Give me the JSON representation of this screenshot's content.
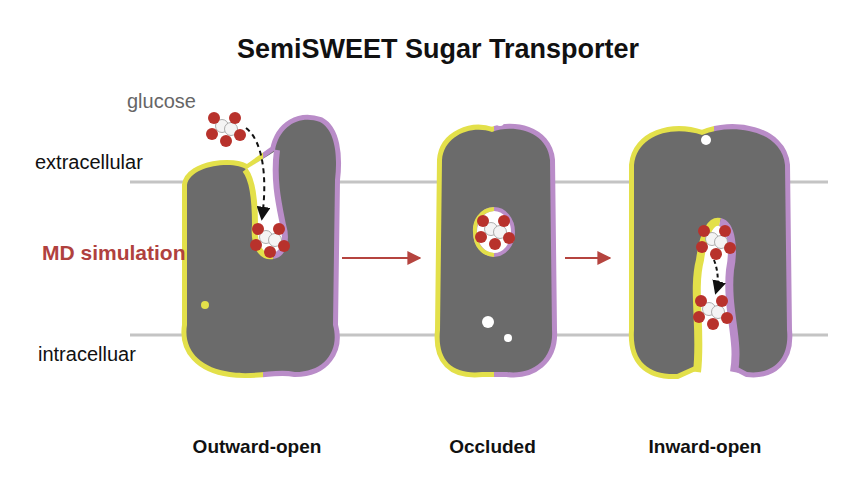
{
  "diagram": {
    "title": "SemiSWEET Sugar Transporter",
    "nodes": [
      {
        "text": [
          "Outward-open"
        ]
      },
      {
        "text": [
          "Occluded"
        ]
      },
      {
        "text": [
          "Inward-open"
        ]
      }
    ],
    "edges": [
      {
        "from": 0,
        "to": 1,
        "arrow": "to"
      },
      {
        "from": 1,
        "to": 2,
        "arrow": "to"
      }
    ],
    "labels": [
      "glucose",
      "extracellular",
      "MD simulation",
      "intracelluar"
    ]
  }
}
